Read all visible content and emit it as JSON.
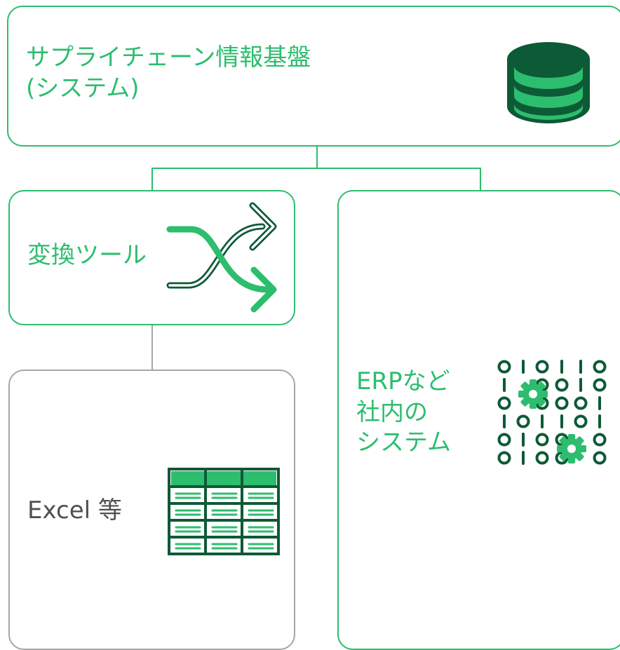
{
  "platform": {
    "title_line1": "サプライチェーン情報基盤",
    "title_line2": "(システム)",
    "icon": "database-icon"
  },
  "conversion_tool": {
    "label": "変換ツール",
    "icon": "shuffle-arrows-icon"
  },
  "excel": {
    "label": "Excel 等",
    "icon": "spreadsheet-icon"
  },
  "erp": {
    "label_line1": "ERPなど",
    "label_line2": "社内の",
    "label_line3": "システム",
    "icon": "binary-gears-icon"
  },
  "colors": {
    "accent_green": "#2dbd6e",
    "dark_green": "#0d5a36",
    "gray_border": "#a6a6a6",
    "dark_text": "#505050"
  }
}
